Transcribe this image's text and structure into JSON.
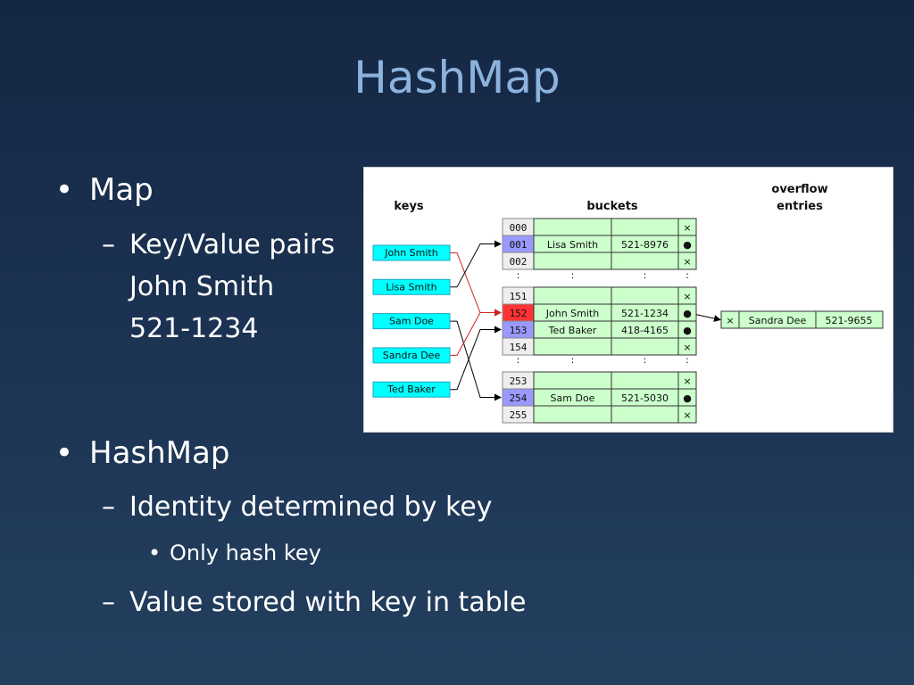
{
  "slide": {
    "title": "HashMap",
    "bullets": [
      {
        "text": "Map",
        "sub": [
          {
            "lines": [
              "Key/Value pairs",
              "John Smith",
              "521-1234"
            ]
          }
        ]
      },
      {
        "text": "HashMap",
        "sub": [
          {
            "lines": [
              "Identity determined by key"
            ],
            "sub": [
              "Only hash key"
            ]
          },
          {
            "lines": [
              "Value stored with key in table"
            ]
          }
        ]
      }
    ]
  },
  "diagram": {
    "headers": {
      "keys": "keys",
      "buckets": "buckets",
      "overflow_1": "overflow",
      "overflow_2": "entries"
    },
    "keys": [
      "John Smith",
      "Lisa Smith",
      "Sam Doe",
      "Sandra Dee",
      "Ted Baker"
    ],
    "bucket_groups": [
      [
        {
          "index": "000",
          "name": "",
          "value": "",
          "link": "×",
          "color": "plain"
        },
        {
          "index": "001",
          "name": "Lisa Smith",
          "value": "521-8976",
          "link": "●",
          "color": "blue"
        },
        {
          "index": "002",
          "name": "",
          "value": "",
          "link": "×",
          "color": "plain"
        }
      ],
      [
        {
          "index": "151",
          "name": "",
          "value": "",
          "link": "×",
          "color": "plain"
        },
        {
          "index": "152",
          "name": "John Smith",
          "value": "521-1234",
          "link": "●",
          "color": "red"
        },
        {
          "index": "153",
          "name": "Ted Baker",
          "value": "418-4165",
          "link": "●",
          "color": "blue"
        },
        {
          "index": "154",
          "name": "",
          "value": "",
          "link": "×",
          "color": "plain"
        }
      ],
      [
        {
          "index": "253",
          "name": "",
          "value": "",
          "link": "×",
          "color": "plain"
        },
        {
          "index": "254",
          "name": "Sam Doe",
          "value": "521-5030",
          "link": "●",
          "color": "blue"
        },
        {
          "index": "255",
          "name": "",
          "value": "",
          "link": "×",
          "color": "plain"
        }
      ]
    ],
    "ellipsis": ":",
    "overflow": {
      "link": "×",
      "name": "Sandra Dee",
      "value": "521-9655"
    },
    "mapping": [
      {
        "key": "John Smith",
        "bucket": "152",
        "collision": true
      },
      {
        "key": "Lisa Smith",
        "bucket": "001",
        "collision": false
      },
      {
        "key": "Sam Doe",
        "bucket": "254",
        "collision": false
      },
      {
        "key": "Sandra Dee",
        "bucket": "152",
        "collision": true
      },
      {
        "key": "Ted Baker",
        "bucket": "153",
        "collision": false
      }
    ],
    "colors": {
      "key_fill": "#00ffff",
      "key_border": "#1ba8c4",
      "bucket_fill": "#ccffcc",
      "index_plain": "#eeeeee",
      "index_blue": "#9999ff",
      "index_red": "#ff3333",
      "arrow": "#000000",
      "collision_arrow": "#cc2222"
    }
  }
}
